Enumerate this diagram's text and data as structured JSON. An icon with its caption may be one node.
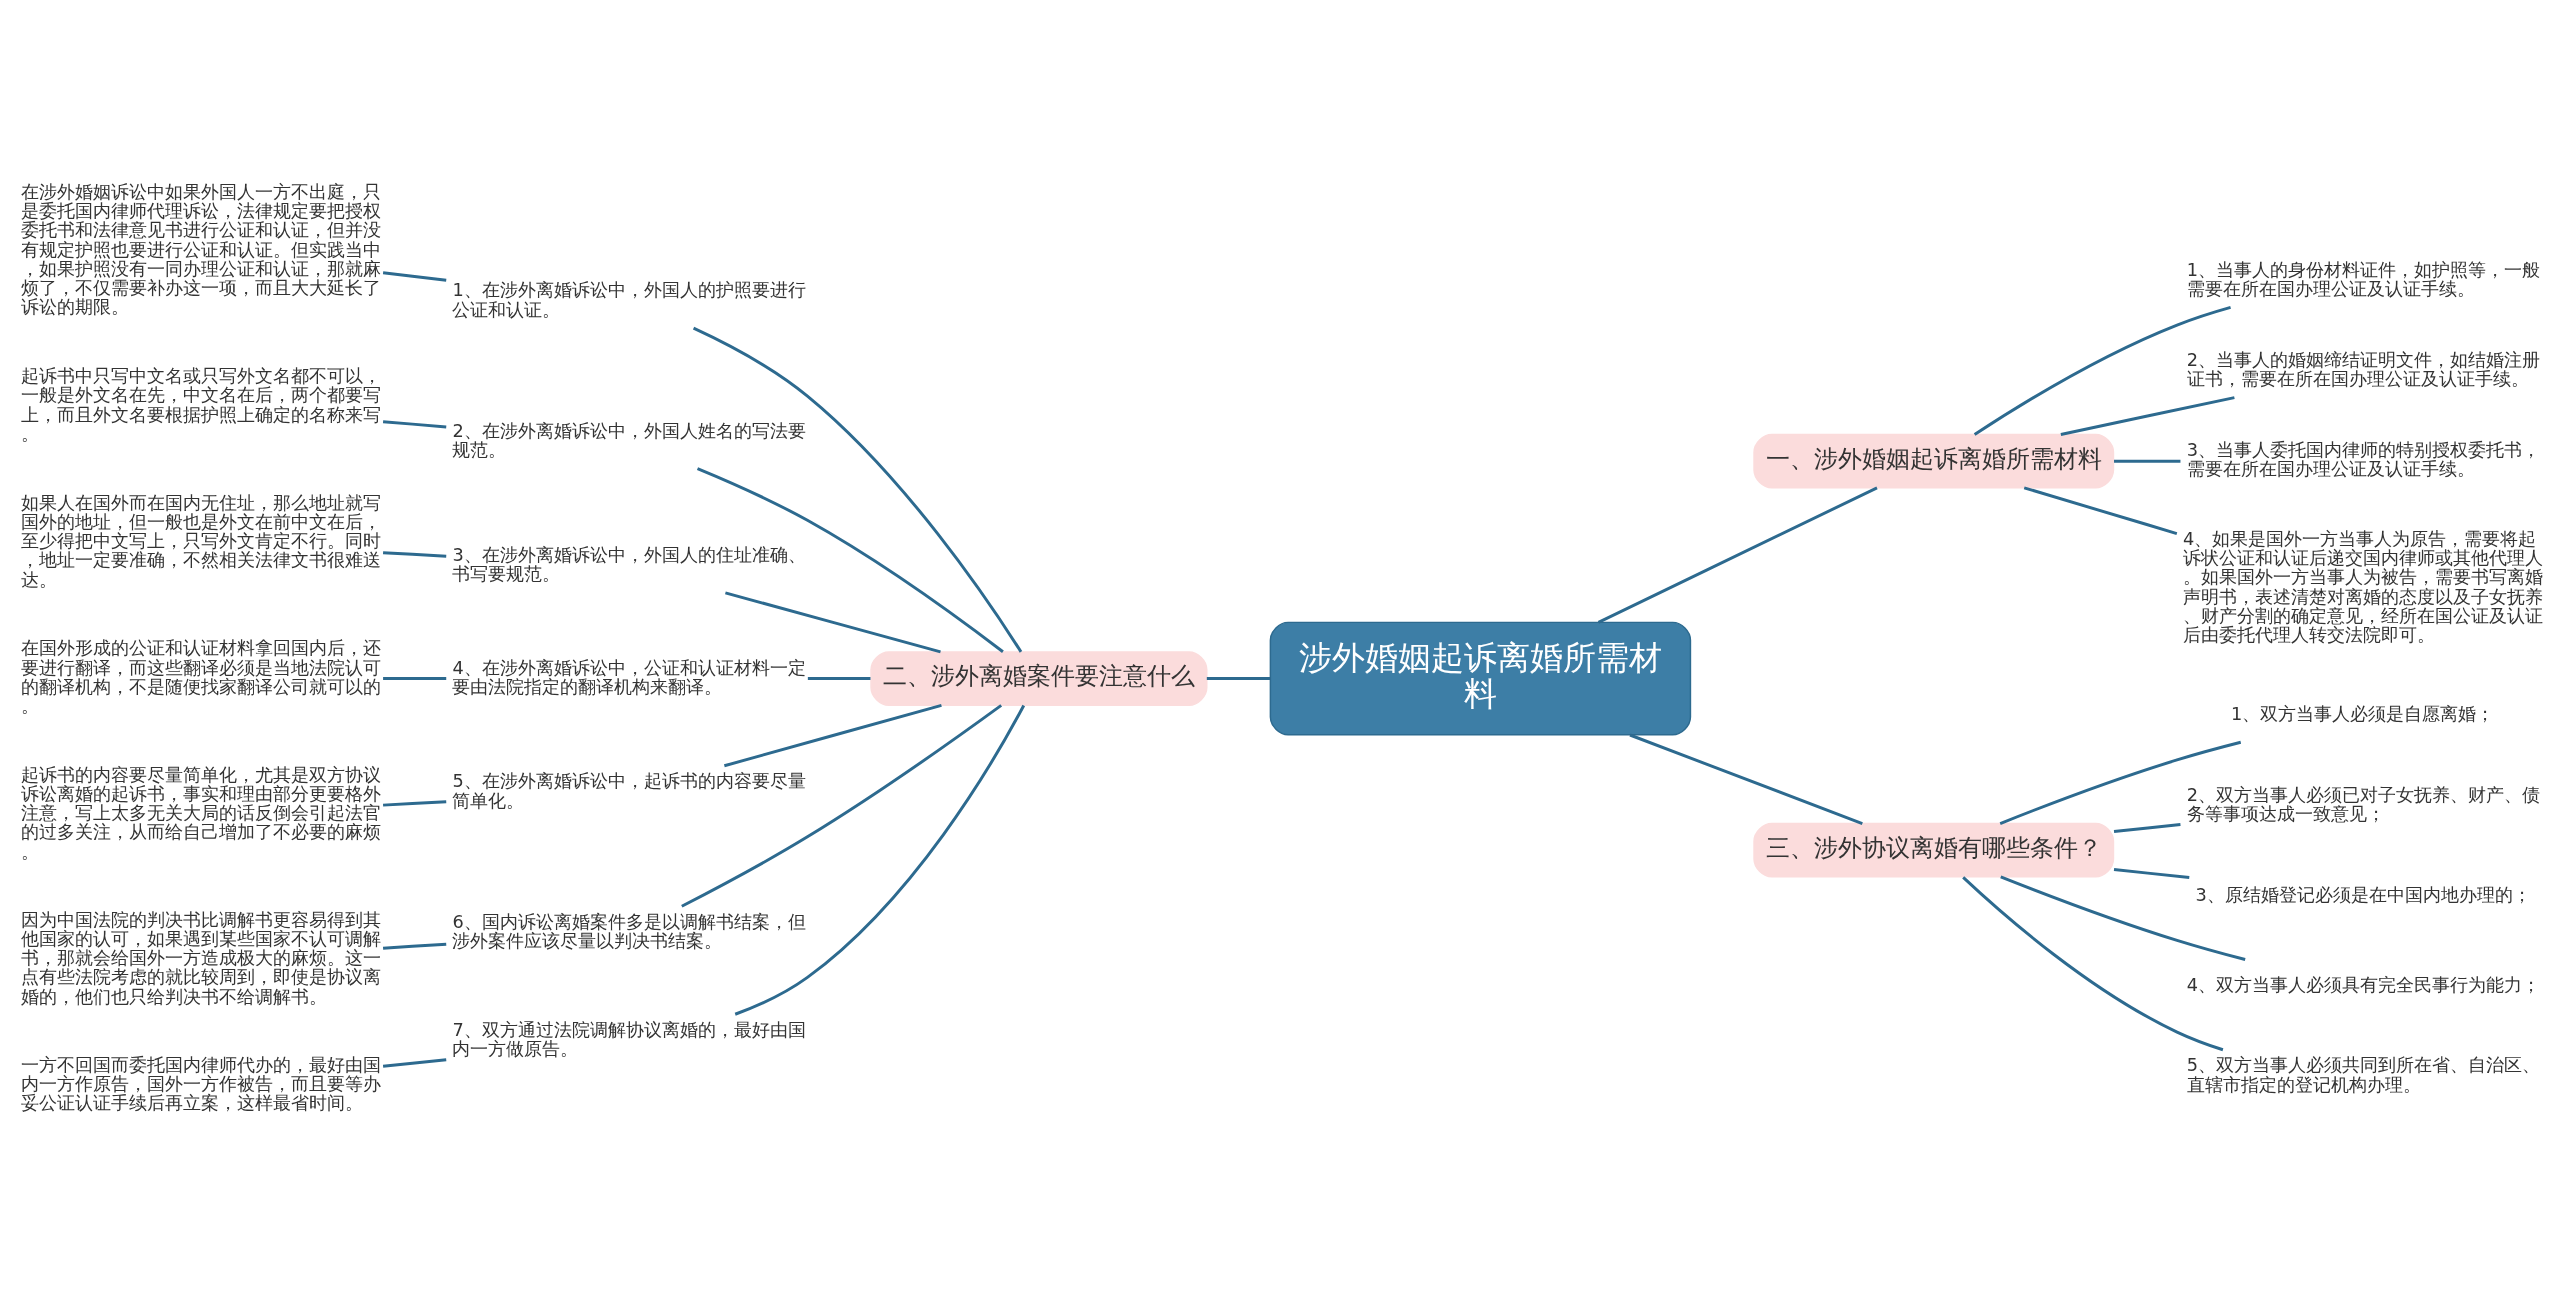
{
  "diagram": {
    "nodes": [
      {
        "text": [
          "涉外婚姻起诉离婚所需材料"
        ]
      },
      {
        "text": [
          "一、涉外婚姻起诉离婚所需材料"
        ]
      },
      {
        "text": [
          "1、当事人的身份材料证件，如护照等，一般需要在所在国办理公证及认证手续。"
        ]
      },
      {
        "text": [
          "2、当事人的婚姻缔结证明文件，如结婚注册证书，需要在所在国办理公证及认证手续。"
        ]
      },
      {
        "text": [
          "3、当事人委托国内律师的特别授权委托书，需要在所在国办理公证及认证手续。"
        ]
      },
      {
        "text": [
          "4、如果是国外一方当事人为原告，需要将起诉状公证和认证后递交国内律师或其他代理人。如果国外一方当事人为被告，需要书写离婚声明书，表述清楚对离婚的态度以及子女抚养、财产分割的确定意见，经所在国公证及认证后由委托代理人转交法院即可。"
        ]
      },
      {
        "text": [
          "三、涉外协议离婚有哪些条件？"
        ]
      },
      {
        "text": [
          "1、双方当事人必须是自愿离婚；"
        ]
      },
      {
        "text": [
          "2、双方当事人必须已对子女抚养、财产、债务等事项达成一致意见；"
        ]
      },
      {
        "text": [
          "3、原结婚登记必须是在中国内地办理的；"
        ]
      },
      {
        "text": [
          "4、双方当事人必须具有完全民事行为能力；"
        ]
      },
      {
        "text": [
          "5、双方当事人必须共同到所在省、自治区、直辖市指定的登记机构办理。"
        ]
      },
      {
        "text": [
          "二、涉外离婚案件要注意什么"
        ]
      },
      {
        "text": [
          "1、在涉外离婚诉讼中，外国人的护照要进行公证和认证。"
        ]
      },
      {
        "text": [
          "2、在涉外离婚诉讼中，外国人姓名的写法要规范。"
        ]
      },
      {
        "text": [
          "3、在涉外离婚诉讼中，外国人的住址准确、书写要规范。"
        ]
      },
      {
        "text": [
          "4、在涉外离婚诉讼中，公证和认证材料一定要由法院指定的翻译机构来翻译。"
        ]
      },
      {
        "text": [
          "5、在涉外离婚诉讼中，起诉书的内容要尽量简单化。"
        ]
      },
      {
        "text": [
          "6、国内诉讼离婚案件多是以调解书结案，但涉外案件应该尽量以判决书结案。"
        ]
      },
      {
        "text": [
          "7、双方通过法院调解协议离婚的，最好由国内一方做原告。"
        ]
      },
      {
        "text": [
          "在涉外婚姻诉讼中如果外国人一方不出庭，只是委托国内律师代理诉讼，法律规定要把授权委托书和法律意见书进行公证和认证，但并没有规定护照也要进行公证和认证。但实践当中，如果护照没有一同办理公证和认证，那就麻烦了，不仅需要补办这一项，而且大大延长了诉讼的期限。"
        ]
      },
      {
        "text": [
          "起诉书中只写中文名或只写外文名都不可以，一般是外文名在先，中文名在后，两个都要写上，而且外文名要根据护照上确定的名称来写。"
        ]
      },
      {
        "text": [
          "如果人在国外而在国内无住址，那么地址就写国外的地址，但一般也是外文在前中文在后，至少得把中文写上，只写外文肯定不行。同时，地址一定要准确，不然相关法律文书很难送达。"
        ]
      },
      {
        "text": [
          "在国外形成的公证和认证材料拿回国内后，还要进行翻译，而这些翻译必须是当地法院认可的翻译机构，不是随便找家翻译公司就可以的。"
        ]
      },
      {
        "text": [
          "起诉书的内容要尽量简单化，尤其是双方协议诉讼离婚的起诉书，事实和理由部分更要格外注意，写上太多无关大局的话反倒会引起法官的过多关注，从而给自己增加了不必要的麻烦。"
        ]
      },
      {
        "text": [
          "因为中国法院的判决书比调解书更容易得到其他国家的认可，如果遇到某些国家不认可调解书，那就会给国外一方造成极大的麻烦。这一点有些法院考虑的就比较周到，即使是协议离婚的，他们也只给判决书不给调解书。"
        ]
      },
      {
        "text": [
          "一方不回国而委托国内律师代办的，最好由国内一方作原告，国外一方作被告，而且要等办妥公证认证手续后再立案，这样最省时间。"
        ]
      }
    ],
    "edges": [
      {
        "from": 0,
        "to": 1,
        "arrow": "none"
      },
      {
        "from": 1,
        "to": 2,
        "arrow": "none"
      },
      {
        "from": 1,
        "to": 3,
        "arrow": "none"
      },
      {
        "from": 1,
        "to": 4,
        "arrow": "none"
      },
      {
        "from": 1,
        "to": 5,
        "arrow": "none"
      },
      {
        "from": 0,
        "to": 6,
        "arrow": "none"
      },
      {
        "from": 6,
        "to": 7,
        "arrow": "none"
      },
      {
        "from": 6,
        "to": 8,
        "arrow": "none"
      },
      {
        "from": 6,
        "to": 9,
        "arrow": "none"
      },
      {
        "from": 6,
        "to": 10,
        "arrow": "none"
      },
      {
        "from": 6,
        "to": 11,
        "arrow": "none"
      },
      {
        "from": 12,
        "to": 0,
        "arrow": "none"
      },
      {
        "from": 13,
        "to": 12,
        "arrow": "none"
      },
      {
        "from": 14,
        "to": 12,
        "arrow": "none"
      },
      {
        "from": 15,
        "to": 12,
        "arrow": "none"
      },
      {
        "from": 16,
        "to": 12,
        "arrow": "none"
      },
      {
        "from": 17,
        "to": 12,
        "arrow": "none"
      },
      {
        "from": 18,
        "to": 12,
        "arrow": "none"
      },
      {
        "from": 19,
        "to": 12,
        "arrow": "none"
      },
      {
        "from": 20,
        "to": 13,
        "arrow": "none"
      },
      {
        "from": 21,
        "to": 14,
        "arrow": "none"
      },
      {
        "from": 22,
        "to": 15,
        "arrow": "none"
      },
      {
        "from": 23,
        "to": 16,
        "arrow": "none"
      },
      {
        "from": 24,
        "to": 17,
        "arrow": "none"
      },
      {
        "from": 25,
        "to": 18,
        "arrow": "none"
      },
      {
        "from": 26,
        "to": 19,
        "arrow": "none"
      }
    ]
  }
}
